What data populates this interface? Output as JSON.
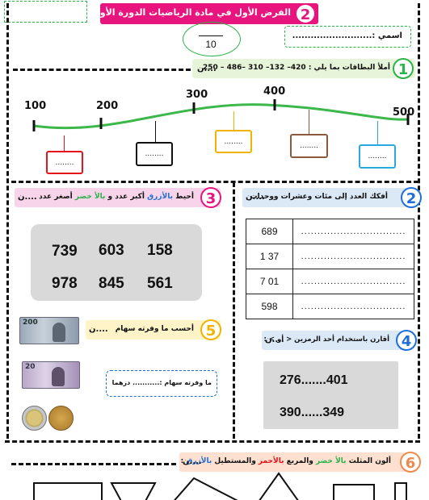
{
  "header": {
    "title_number": "2",
    "title": "الفرض الأول في مادة الرياضيات   الدورة الأولى",
    "grade_denominator": "10",
    "name_label": "اسمي :.........................."
  },
  "ex1": {
    "number": "1",
    "instruction": "أملأ البطاقات بما يلي : 420– 132– 310 –486 – 250",
    "score": "....ن",
    "tick_labels": [
      "100",
      "200",
      "300",
      "400",
      "500"
    ],
    "box_placeholders": [
      "........",
      "........",
      "........",
      "........",
      "........"
    ],
    "box_colors": [
      "#e8121b",
      "#111111",
      "#f0b400",
      "#8b5a3c",
      "#2aa8e0"
    ]
  },
  "ex2": {
    "number": "2",
    "instruction": "أفكك العدد إلى مئات وعشرات ووحدات",
    "score": "....ن",
    "rows": [
      {
        "number": "689",
        "answer": "................................"
      },
      {
        "number": "1 37",
        "answer": "................................"
      },
      {
        "number": "7 01",
        "answer": "................................"
      },
      {
        "number": "598",
        "answer": "................................"
      }
    ]
  },
  "ex3": {
    "number": "3",
    "instruction_parts": [
      "أحيط ",
      "بالأزرق",
      " أكبر عدد و ",
      "بالأ خضر",
      " أصغر عدد"
    ],
    "score": "....ن",
    "numbers": [
      "739",
      "603",
      "158",
      "978",
      "845",
      "561"
    ]
  },
  "ex4": {
    "number": "4",
    "instruction": "أقارن باستخدام أحد الرمزين  < أو >  :",
    "score": "....ن",
    "comparisons": [
      "276.......401",
      "390......349"
    ]
  },
  "ex5": {
    "number": "5",
    "instruction": "أحسب ما وفرته سهام",
    "score": "....ن",
    "answer": "ما وفرته سهام :........... درهما",
    "banknote_values": [
      "200",
      "20"
    ]
  },
  "ex6": {
    "number": "6",
    "instruction_parts": [
      "ألون المثلث ",
      "بالأ خضر",
      " والمربع ",
      "بالأحمر",
      " والمستطيل ",
      "بالأزرق",
      " :"
    ],
    "score": "....ن"
  },
  "colors": {
    "magenta": "#e8157e",
    "green": "#2bb34a",
    "blue": "#1e6fd9",
    "red": "#e8121b"
  }
}
